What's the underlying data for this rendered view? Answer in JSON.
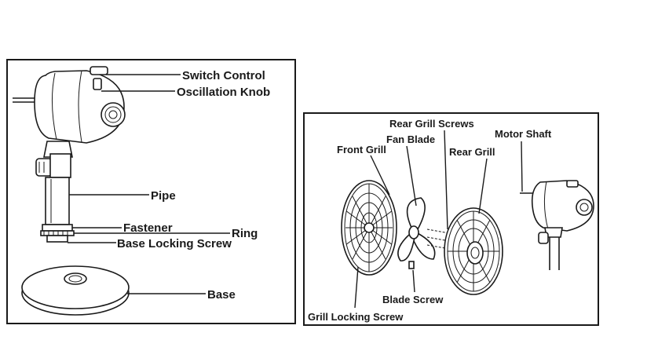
{
  "left_panel": {
    "labels": {
      "switch_control": "Switch Control",
      "oscillation_knob": "Oscillation Knob",
      "pipe": "Pipe",
      "fastener": "Fastener",
      "ring": "Ring",
      "base_locking_screw": "Base Locking Screw",
      "base": "Base"
    }
  },
  "right_panel": {
    "labels": {
      "rear_grill_screws": "Rear Grill Screws",
      "fan_blade": "Fan Blade",
      "front_grill": "Front Grill",
      "rear_grill": "Rear Grill",
      "motor_shaft": "Motor Shaft",
      "blade_screw": "Blade Screw",
      "grill_locking_screw": "Grill Locking Screw"
    }
  },
  "colors": {
    "ink": "#1a1a1a",
    "background": "#ffffff"
  }
}
